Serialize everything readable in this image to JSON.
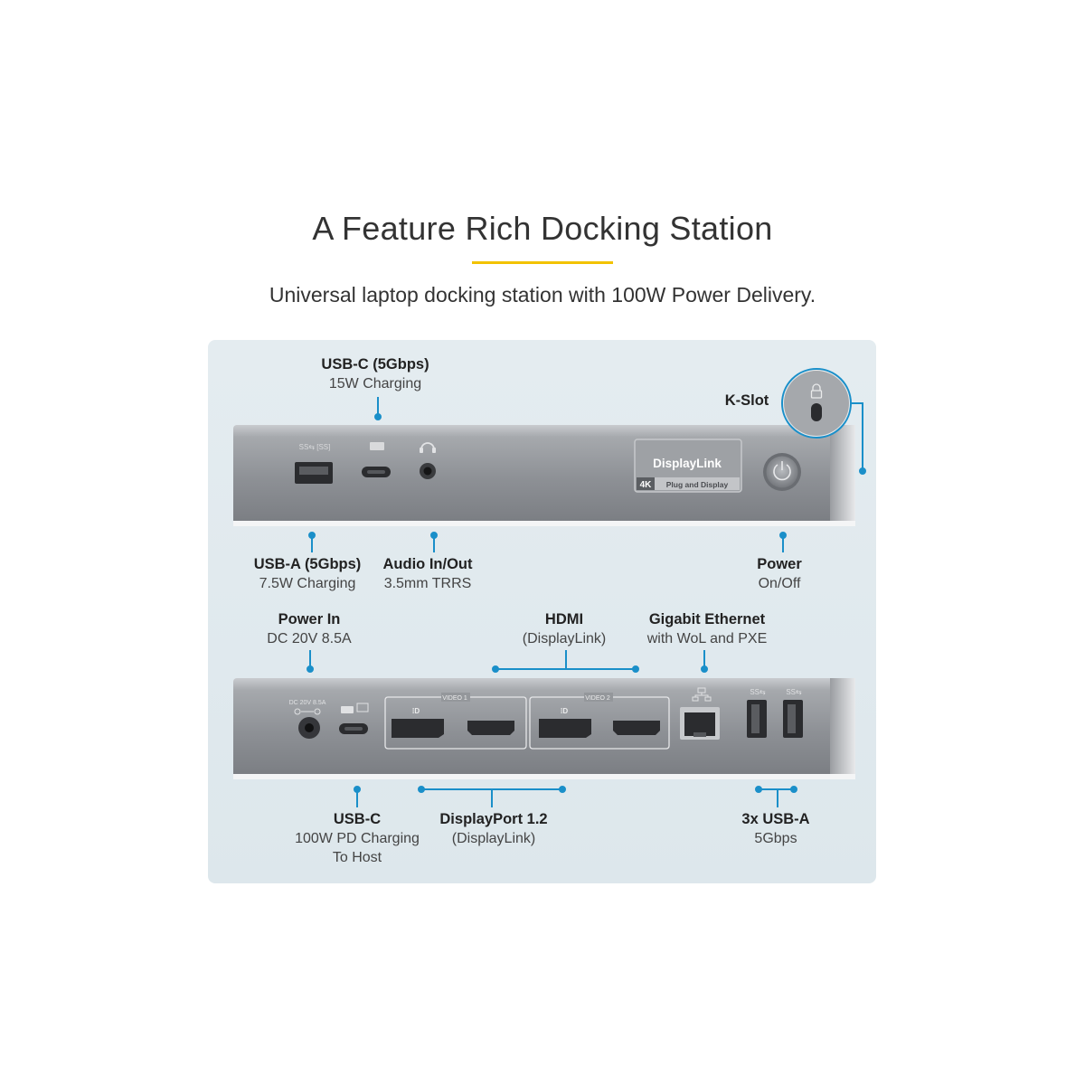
{
  "heading": {
    "title": "A Feature Rich Docking Station",
    "subtitle": "Universal laptop docking station with 100W Power Delivery.",
    "accent_color": "#f2c200"
  },
  "colors": {
    "callout_line": "#1a8fc9",
    "panel_bg": "#e1e9ee",
    "chassis": "#8a8d92"
  },
  "front": {
    "usbc_bold": "USB-C (5Gbps)",
    "usbc_sub": "15W Charging",
    "kslot": "K-Slot",
    "usba_bold": "USB-A (5Gbps)",
    "usba_sub": "7.5W Charging",
    "audio_bold": "Audio In/Out",
    "audio_sub": "3.5mm TRRS",
    "power_bold": "Power",
    "power_sub": "On/Off",
    "logo_title": "DisplayLink",
    "logo_4k": "4K",
    "logo_pnp": "Plug and Display"
  },
  "rear": {
    "powerin_bold": "Power In",
    "powerin_sub": "DC 20V 8.5A",
    "hdmi_bold": "HDMI",
    "hdmi_sub": "(DisplayLink)",
    "ethernet_bold": "Gigabit Ethernet",
    "ethernet_sub": "with WoL and PXE",
    "usbc_bold": "USB-C",
    "usbc_sub1": "100W PD Charging",
    "usbc_sub2": "To Host",
    "dp_bold": "DisplayPort 1.2",
    "dp_sub": "(DisplayLink)",
    "usba_bold": "3x USB-A",
    "usba_sub": "5Gbps",
    "dc_label": "DC 20V 8.5A",
    "video1": "VIDEO 1",
    "video2": "VIDEO 2"
  }
}
